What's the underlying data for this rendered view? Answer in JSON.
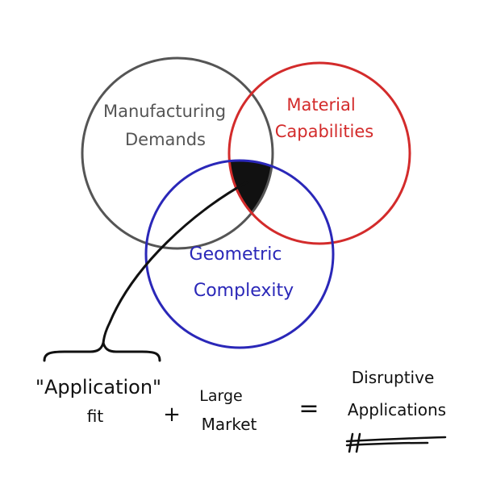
{
  "venn": {
    "circles": [
      {
        "line1": "Manufacturing",
        "line2": "Demands",
        "color": "#555555"
      },
      {
        "line1": "Material",
        "line2": "Capabilities",
        "color": "#d32b2b"
      },
      {
        "line1": "Geometric",
        "line2": "Complexity",
        "color": "#2a27b8"
      }
    ],
    "intersection_fill": "#111111"
  },
  "equation": {
    "term1_line1": "\"Application\"",
    "term1_line2": "fit",
    "plus": "+",
    "term2_line1": "Large",
    "term2_line2": "Market",
    "equals": "=",
    "result_line1": "Disruptive",
    "result_line2": "Applications"
  },
  "ink_color": "#111111"
}
